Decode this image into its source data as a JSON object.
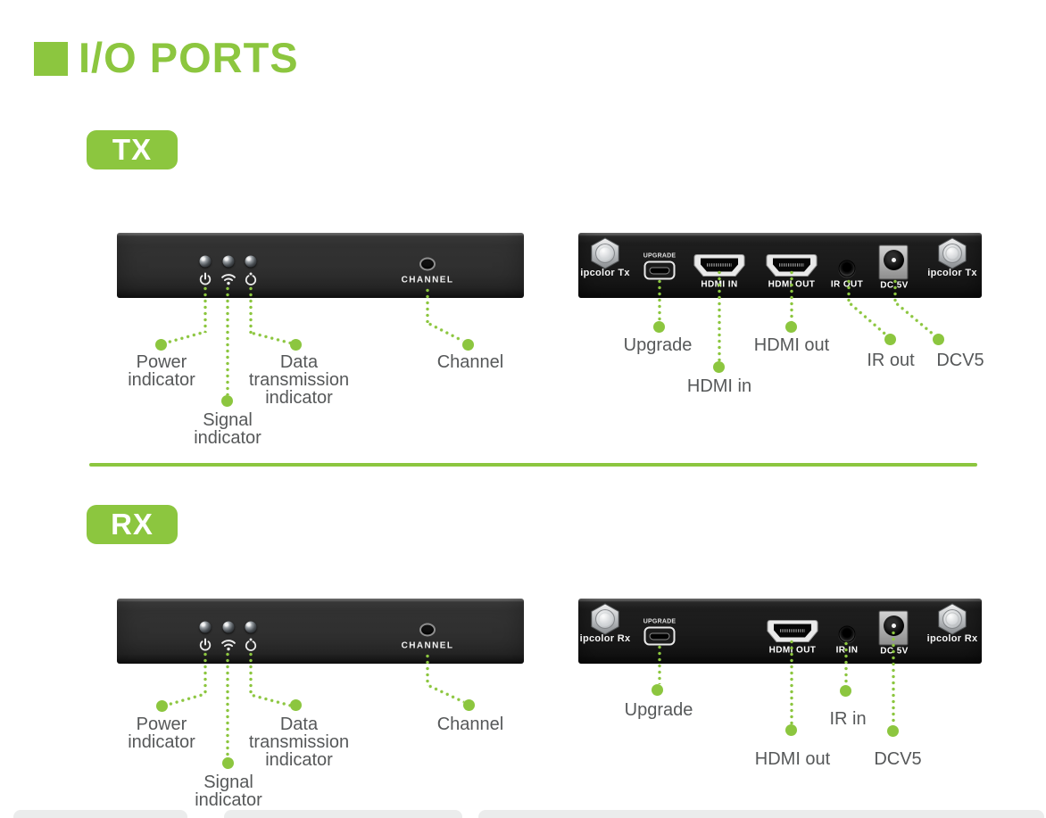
{
  "colors": {
    "accent_green": "#8CC63F",
    "callout_text_gray": "#565859",
    "front_panel_dark": "#2E2E2E",
    "rear_panel_dark": "#191919"
  },
  "icons": {
    "power": "power-icon",
    "signal": "wifi-signal-icon",
    "data": "data-transmission-icon",
    "led": "led-indicator",
    "channel_button": "channel-button",
    "antenna": "antenna-connector",
    "upgrade_port": "micro-usb-port",
    "hdmi": "hdmi-port",
    "ir": "ir-jack",
    "dc": "dc-power-jack"
  },
  "header": {
    "title": "I/O PORTS"
  },
  "tx": {
    "badge": "TX",
    "front": {
      "channel_label": "CHANNEL",
      "callouts": {
        "power": "Power\nindicator",
        "signal": "Signal\nindicator",
        "data": "Data\ntransmission\nindicator",
        "channel": "Channel"
      }
    },
    "rear": {
      "antenna_left": "ipcolor Tx",
      "antenna_right": "ipcolor Tx",
      "upgrade": "UPGRADE",
      "hdmi_in": "HDMI IN",
      "hdmi_out": "HDMI OUT",
      "ir_out": "IR OUT",
      "dc": "DC 5V",
      "callouts": {
        "upgrade": "Upgrade",
        "hdmi_in": "HDMI in",
        "hdmi_out": "HDMI out",
        "ir_out": "IR out",
        "dc": "DCV5"
      }
    }
  },
  "rx": {
    "badge": "RX",
    "front": {
      "channel_label": "CHANNEL",
      "callouts": {
        "power": "Power\nindicator",
        "signal": "Signal\nindicator",
        "data": "Data\ntransmission\nindicator",
        "channel": "Channel"
      }
    },
    "rear": {
      "antenna_left": "ipcolor Rx",
      "antenna_right": "ipcolor Rx",
      "upgrade": "UPGRADE",
      "hdmi_out": "HDMI OUT",
      "ir_in": "IR IN",
      "dc": "DC 5V",
      "callouts": {
        "upgrade": "Upgrade",
        "hdmi_out": "HDMI out",
        "ir_in": "IR in",
        "dc": "DCV5"
      }
    }
  }
}
